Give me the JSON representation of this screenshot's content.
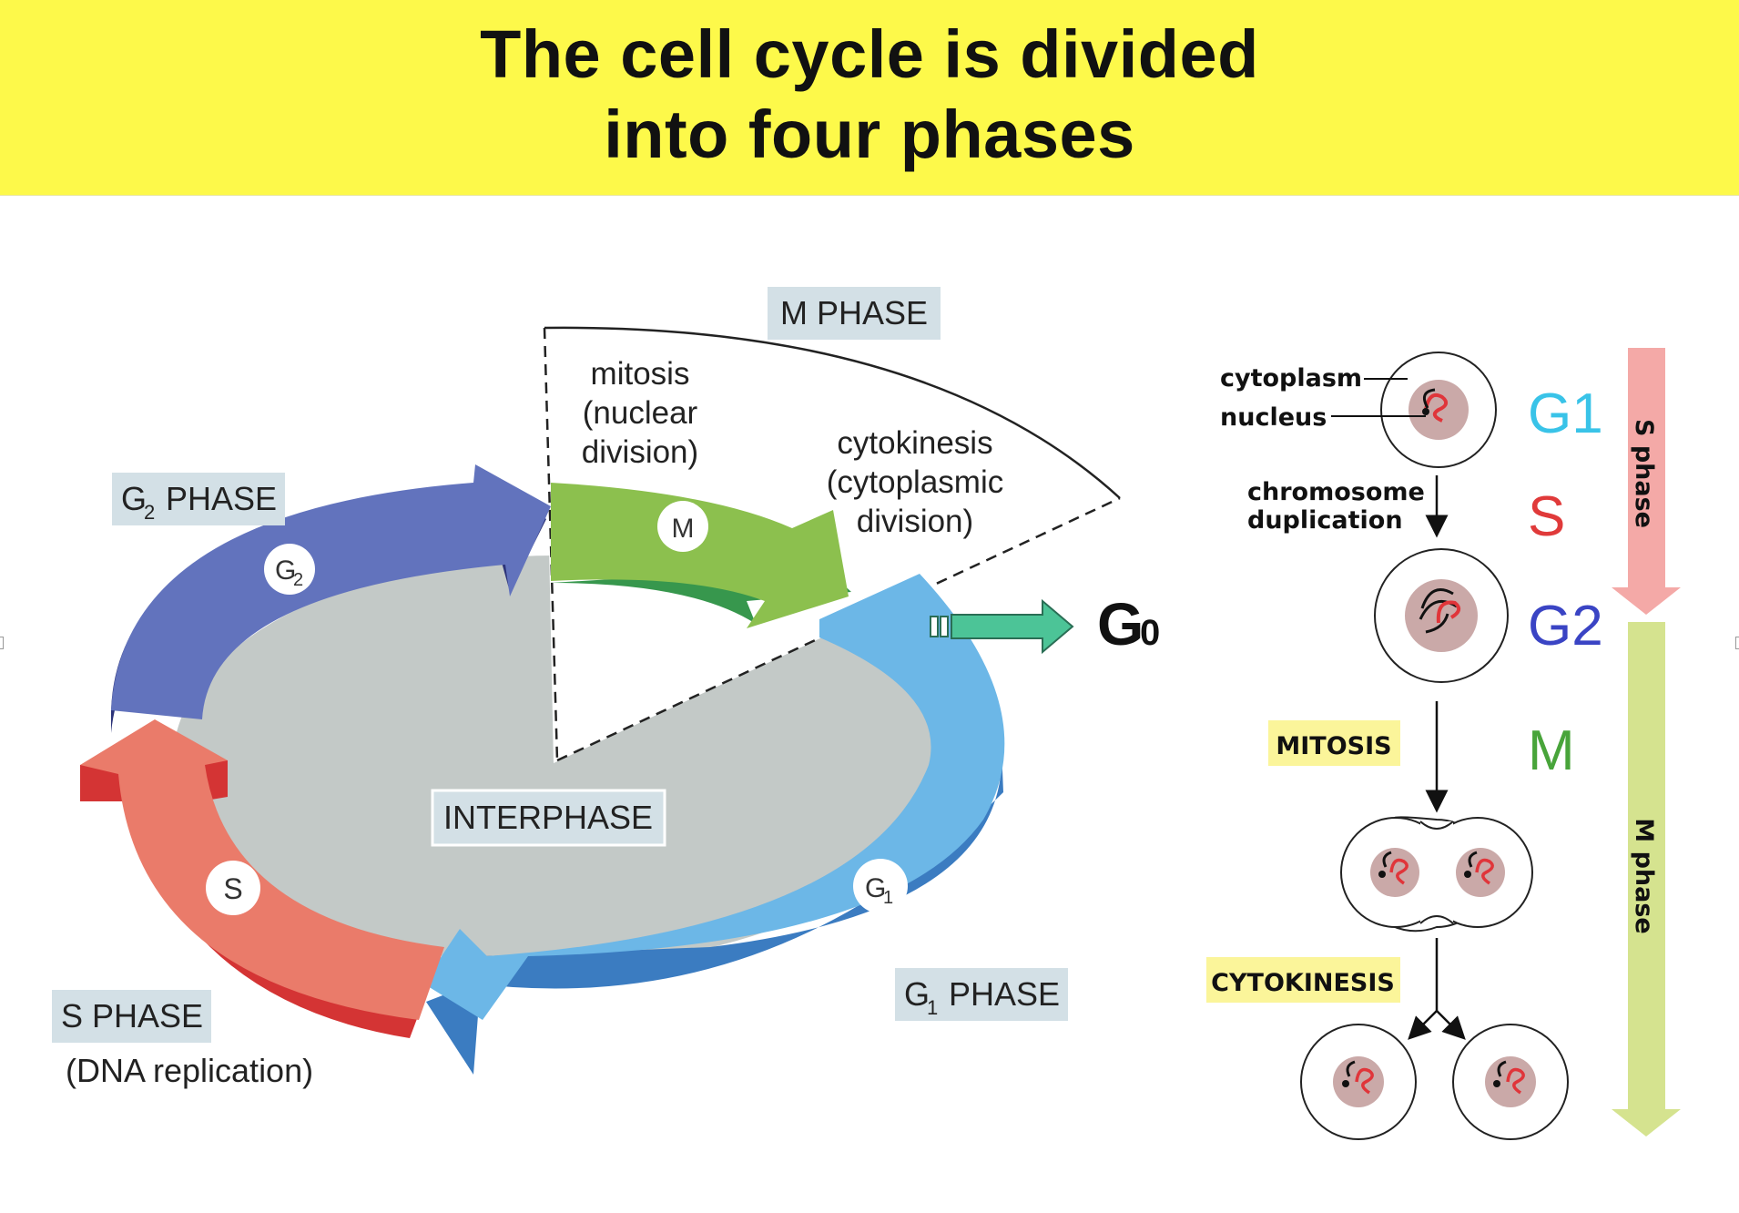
{
  "title": {
    "line1": "The cell cycle is divided",
    "line2": "into four phases"
  },
  "cycle": {
    "m_phase_label": "M PHASE",
    "mitosis_text": [
      "mitosis",
      "(nuclear",
      "division)"
    ],
    "cytokinesis_text": [
      "cytokinesis",
      "(cytoplasmic",
      "division)"
    ],
    "g2_phase_label": "G",
    "g2_phase_sub": "2",
    "g2_phase_tail": " PHASE",
    "g1_phase_label": "G",
    "g1_phase_sub": "1",
    "g1_phase_tail": " PHASE",
    "s_phase_label": "S PHASE",
    "s_phase_note": "(DNA replication)",
    "interphase_label": "INTERPHASE",
    "g0_label": "G",
    "g0_sub": "0",
    "markers": {
      "m": "M",
      "s": "S",
      "g1": "G",
      "g1_sub": "1",
      "g2": "G",
      "g2_sub": "2"
    },
    "colors": {
      "g2": "#6273bd",
      "m": "#8cc04e",
      "g1": "#6cb7e7",
      "s": "#ea7b6a",
      "interphase": "#c3c9c7",
      "g0_arrow": "#4cc497",
      "label_box": "#d3e0e6"
    }
  },
  "stages": {
    "cytoplasm_label": "cytoplasm",
    "nucleus_label": "nucleus",
    "chromosome_label": [
      "chromosome",
      "duplication"
    ],
    "mitosis_label": "MITOSIS",
    "cytokinesis_label": "CYTOKINESIS",
    "phase_letters": [
      {
        "text": "G1",
        "color": "#39c3e8"
      },
      {
        "text": "S",
        "color": "#e03a3a"
      },
      {
        "text": "G2",
        "color": "#3a44c4"
      },
      {
        "text": "M",
        "color": "#48a43a"
      }
    ],
    "s_phase_bar": "S phase",
    "m_phase_bar": "M phase",
    "colors": {
      "s_bar": "#f4a9a7",
      "m_bar": "#d5e38f",
      "label_highlight": "#fbf59a",
      "nucleus": "#caa9a8",
      "chromosome_red": "#e0353a"
    }
  }
}
